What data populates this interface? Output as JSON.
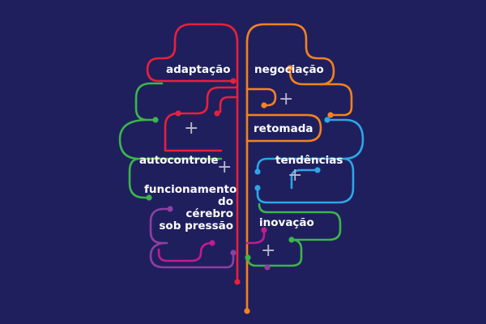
{
  "colors": {
    "background": "#1f1f5e",
    "red": "#e8203a",
    "orange": "#f5821f",
    "green": "#3cb54a",
    "purple": "#8e3fa0",
    "magenta": "#c21c8e",
    "blue": "#2ea6e6",
    "plus": "#b8b8cc",
    "text": "#ffffff"
  },
  "left_labels": {
    "adaptacao": "adaptação",
    "autocontrole": "autocontrole",
    "funcionamento_l1": "funcionamento",
    "funcionamento_l2": "do",
    "funcionamento_l3": "cérebro",
    "funcionamento_l4": "sob pressão"
  },
  "right_labels": {
    "negociacao": "negociação",
    "retomada": "retomada",
    "tendencias": "tendências",
    "inovacao": "inovação"
  },
  "plus_symbol": "+"
}
